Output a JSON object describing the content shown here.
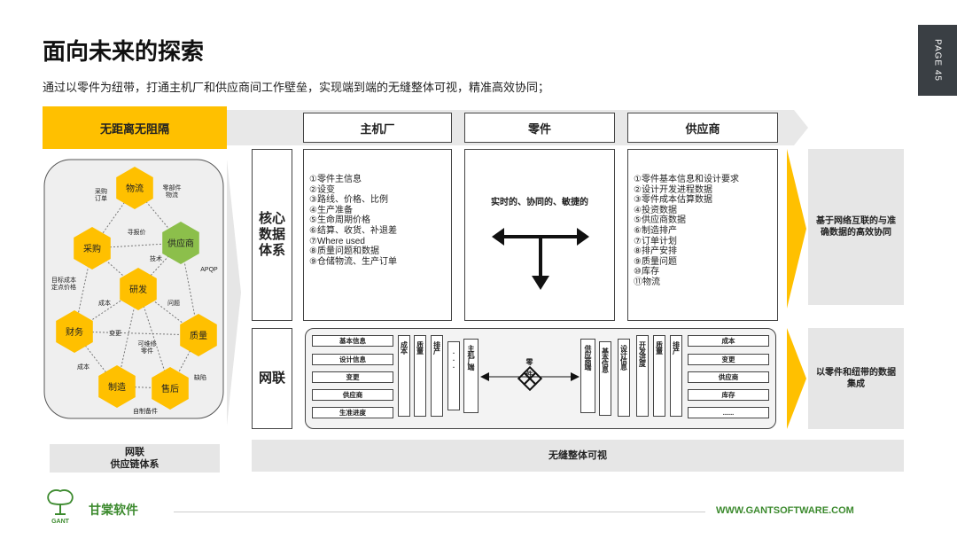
{
  "page": {
    "title": "面向未来的探索",
    "subtitle": "通过以零件为纽带，打通主机厂和供应商间工作壁垒，实现端到端的无缝整体可视，精准高效协同；",
    "page_label": "PAGE 45"
  },
  "banner": "无距离无阻隔",
  "headers": {
    "oem": "主机厂",
    "parts": "零件",
    "supplier": "供应商"
  },
  "core_data": {
    "label": "核心\n数据\n体系",
    "oem_list": "①零件主信息\n②设变\n③路线、价格、比例\n④生产准备\n⑤生命周期价格\n⑥结算、收货、补退差\n⑦Where used\n⑧质量问题和数据\n⑨仓储物流、生产订单",
    "parts_text": "实时的、协同的、敏捷的",
    "supplier_list": "①零件基本信息和设计要求\n②设计开发进程数据\n③零件成本估算数据\n④投资数据\n⑤供应商数据\n⑥制造排产\n⑦订单计划\n⑧排产安排\n⑨质量问题\n⑩库存\n⑪物流",
    "result": "基于网络互联的与准确数据的高效协同"
  },
  "network": {
    "label": "网联",
    "left_boxes": [
      "基本信息",
      "设计信息",
      "变更",
      "供应商",
      "生准进度"
    ],
    "left_vert": [
      "成本",
      "质量",
      "排产",
      "...",
      "..."
    ],
    "oem_end": "主机厂端",
    "center": "零件",
    "supplier_end": "供应商端",
    "right_vert": [
      "基本信息",
      "设计信息",
      "开发进度",
      "质量",
      "排产"
    ],
    "right_boxes": [
      "成本",
      "变更",
      "供应商",
      "库存",
      "......"
    ],
    "result": "以零件和纽带的数据集成"
  },
  "hex_network": {
    "nodes": [
      "物流",
      "采购",
      "供应商",
      "研发",
      "财务",
      "质量",
      "制造",
      "售后"
    ],
    "edge_labels": [
      "采购\n订单",
      "零部件\n物流",
      "寻报价",
      "技术",
      "APQP",
      "目标成本\n定点价格",
      "成本",
      "问题",
      "变更",
      "可维修\n零件",
      "成本",
      "缺陷",
      "自制备件"
    ]
  },
  "bottom": {
    "left": "网联\n供应链体系",
    "right": "无缝整体可视"
  },
  "footer": {
    "brand": "甘棠软件",
    "logo_text": "GANT",
    "url": "WWW.GANTSOFTWARE.COM"
  },
  "colors": {
    "accent": "#ffc000",
    "green_node": "#8cbf4b",
    "brand_green": "#3c8a2e",
    "dark": "#3a3f44"
  }
}
